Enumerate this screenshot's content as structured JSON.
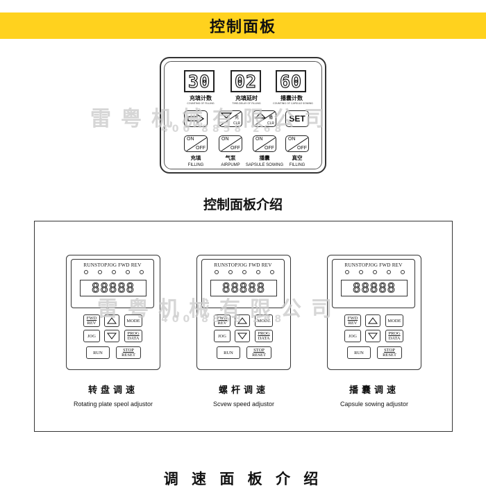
{
  "banner": {
    "title": "控制面板"
  },
  "control_panel": {
    "displays": [
      {
        "value": "30",
        "label": "充填计数",
        "sub": "COUNTING OF FILLING"
      },
      {
        "value": "02",
        "label": "充填延时",
        "sub": "TIME-DELAY OF FILLING"
      },
      {
        "value": "60",
        "label": "播囊计数",
        "sub": "COUNTING OF CAPSULE SOWING"
      }
    ],
    "keys": {
      "k1_small": "充",
      "k1_clr": "CLR",
      "k2_small": "播",
      "k2_clr": "CLR",
      "set": "SET"
    },
    "onoff": {
      "on": "ON",
      "off": "OFF"
    },
    "switches": [
      {
        "cn": "充填",
        "en": "FILLING"
      },
      {
        "cn": "气泵",
        "en": "AIRPUMP"
      },
      {
        "cn": "播囊",
        "en": "SAPSULE SOWING"
      },
      {
        "cn": "真空",
        "en": "FILLING"
      }
    ]
  },
  "watermark": {
    "text": "雷粤机械有限公司",
    "phone": "400 8858 268"
  },
  "control_intro": "控制面板介绍",
  "inverter": {
    "indicators": "RUNSTOPJOG FWD REV",
    "display": "88888",
    "keys": {
      "fwd": "FWD",
      "rev": "REV",
      "mode": "MODE",
      "jog": "JOG",
      "prog": "PROG",
      "data": "DATA",
      "run": "RUN",
      "stop": "STOP",
      "reset": "RESET"
    }
  },
  "panels": [
    {
      "title": "转盘调速",
      "subtitle": "Rotating plate speol adjustor"
    },
    {
      "title": "螺杆调速",
      "subtitle": "Scvew speed adjustor"
    },
    {
      "title": "播囊调速",
      "subtitle": "Capsule sowing adjustor"
    }
  ],
  "speed_intro": "调 速 面 板 介 绍"
}
